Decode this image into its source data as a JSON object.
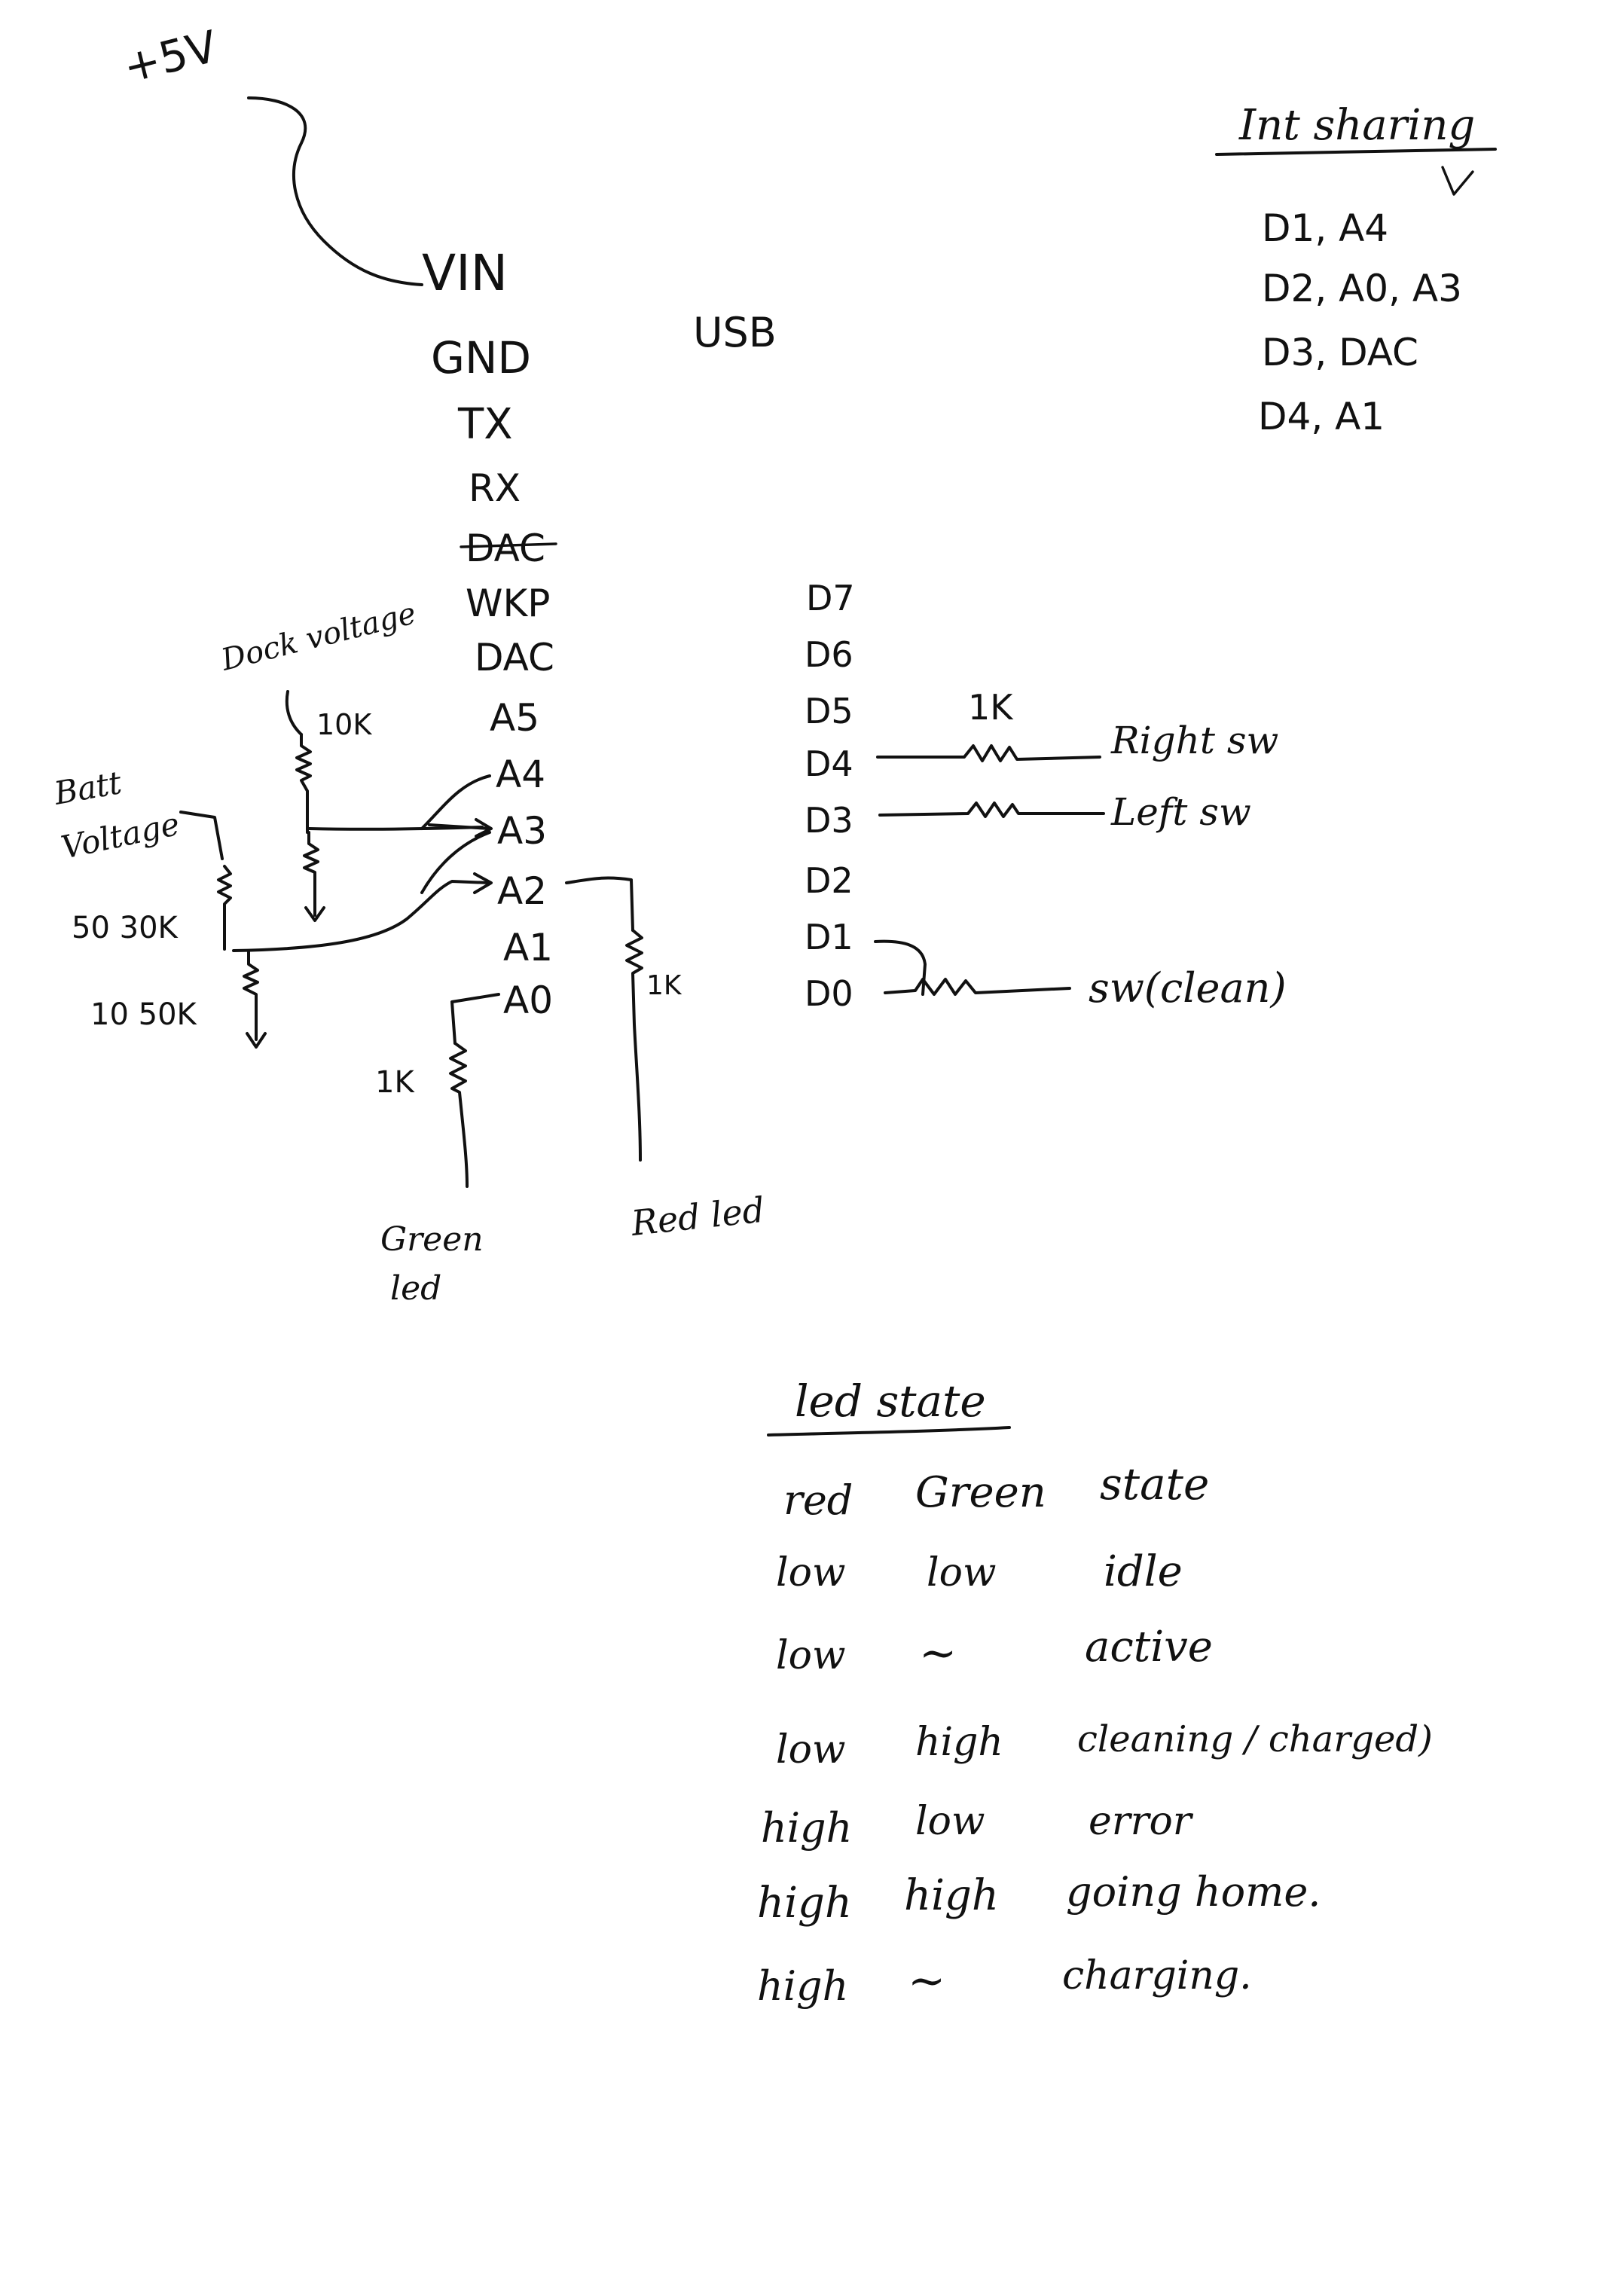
{
  "supply": {
    "label": "+5V"
  },
  "usb_label": "USB",
  "left_header": {
    "pins": [
      "VIN",
      "GND",
      "TX",
      "RX",
      "DAC",
      "WKP",
      "DAC",
      "A5",
      "A4",
      "A3",
      "A2",
      "A1",
      "A0"
    ]
  },
  "right_header": {
    "pins": [
      "D7",
      "D6",
      "D5",
      "D4",
      "D3",
      "D2",
      "D1",
      "D0"
    ]
  },
  "dock": {
    "label": "Dock voltage",
    "resistor": "10K"
  },
  "battery": {
    "label_line1": "Batt",
    "label_line2": "Voltage",
    "r_top": "50 30K",
    "r_bottom": "10 50K"
  },
  "leds": {
    "green_resistor": "1K",
    "green_label_line1": "Green",
    "green_label_line2": "led",
    "red_resistor": "1K",
    "red_label": "Red led"
  },
  "switches": {
    "resistor_d4": "1K",
    "right": "Right sw",
    "left": "Left sw",
    "clean": "sw(clean)"
  },
  "int_sharing": {
    "title": "Int sharing",
    "lines": [
      "D1, A4",
      "D2, A0, A3",
      "D3, DAC",
      "D4, A1"
    ]
  },
  "led_state": {
    "title": "led state",
    "headers": [
      "red",
      "Green",
      "state"
    ],
    "rows": [
      [
        "low",
        "low",
        "idle"
      ],
      [
        "low",
        "~",
        "active"
      ],
      [
        "low",
        "high",
        "cleaning / charged)"
      ],
      [
        "high",
        "low",
        "error"
      ],
      [
        "high",
        "high",
        "going home."
      ],
      [
        "high",
        "~",
        "charging."
      ]
    ]
  }
}
